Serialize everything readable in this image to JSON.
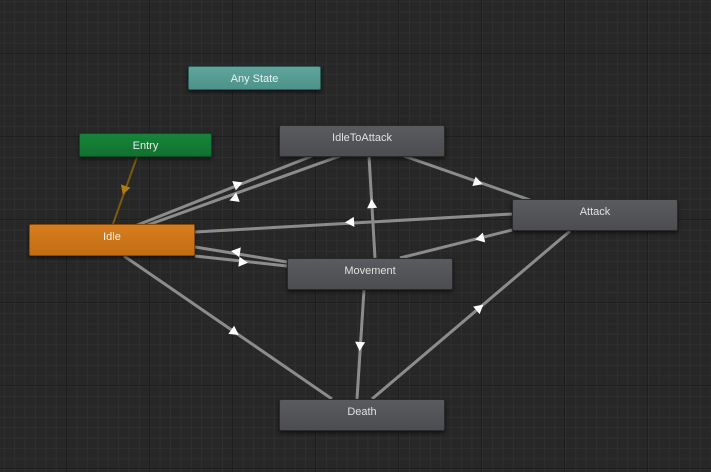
{
  "states": {
    "any_state": "Any State",
    "entry": "Entry",
    "idle_to_attack": "IdleToAttack",
    "idle": "Idle",
    "attack": "Attack",
    "movement": "Movement",
    "death": "Death"
  },
  "transitions": [
    {
      "from": "Entry",
      "to": "Idle"
    },
    {
      "from": "Idle",
      "to": "IdleToAttack"
    },
    {
      "from": "IdleToAttack",
      "to": "Idle"
    },
    {
      "from": "IdleToAttack",
      "to": "Attack"
    },
    {
      "from": "Attack",
      "to": "Idle"
    },
    {
      "from": "Attack",
      "to": "Movement"
    },
    {
      "from": "Movement",
      "to": "IdleToAttack"
    },
    {
      "from": "Movement",
      "to": "Idle"
    },
    {
      "from": "Idle",
      "to": "Movement"
    },
    {
      "from": "Idle",
      "to": "Death"
    },
    {
      "from": "Movement",
      "to": "Death"
    },
    {
      "from": "Death",
      "to": "Attack"
    }
  ],
  "colors": {
    "background": "#272727",
    "default_state": "#55565a",
    "idle_state": "#cd7518",
    "entry_state": "#148034",
    "any_state": "#579d93",
    "transition_line": "#8c8c8c",
    "entry_transition": "#7a5a10",
    "arrow_head": "#ffffff"
  }
}
